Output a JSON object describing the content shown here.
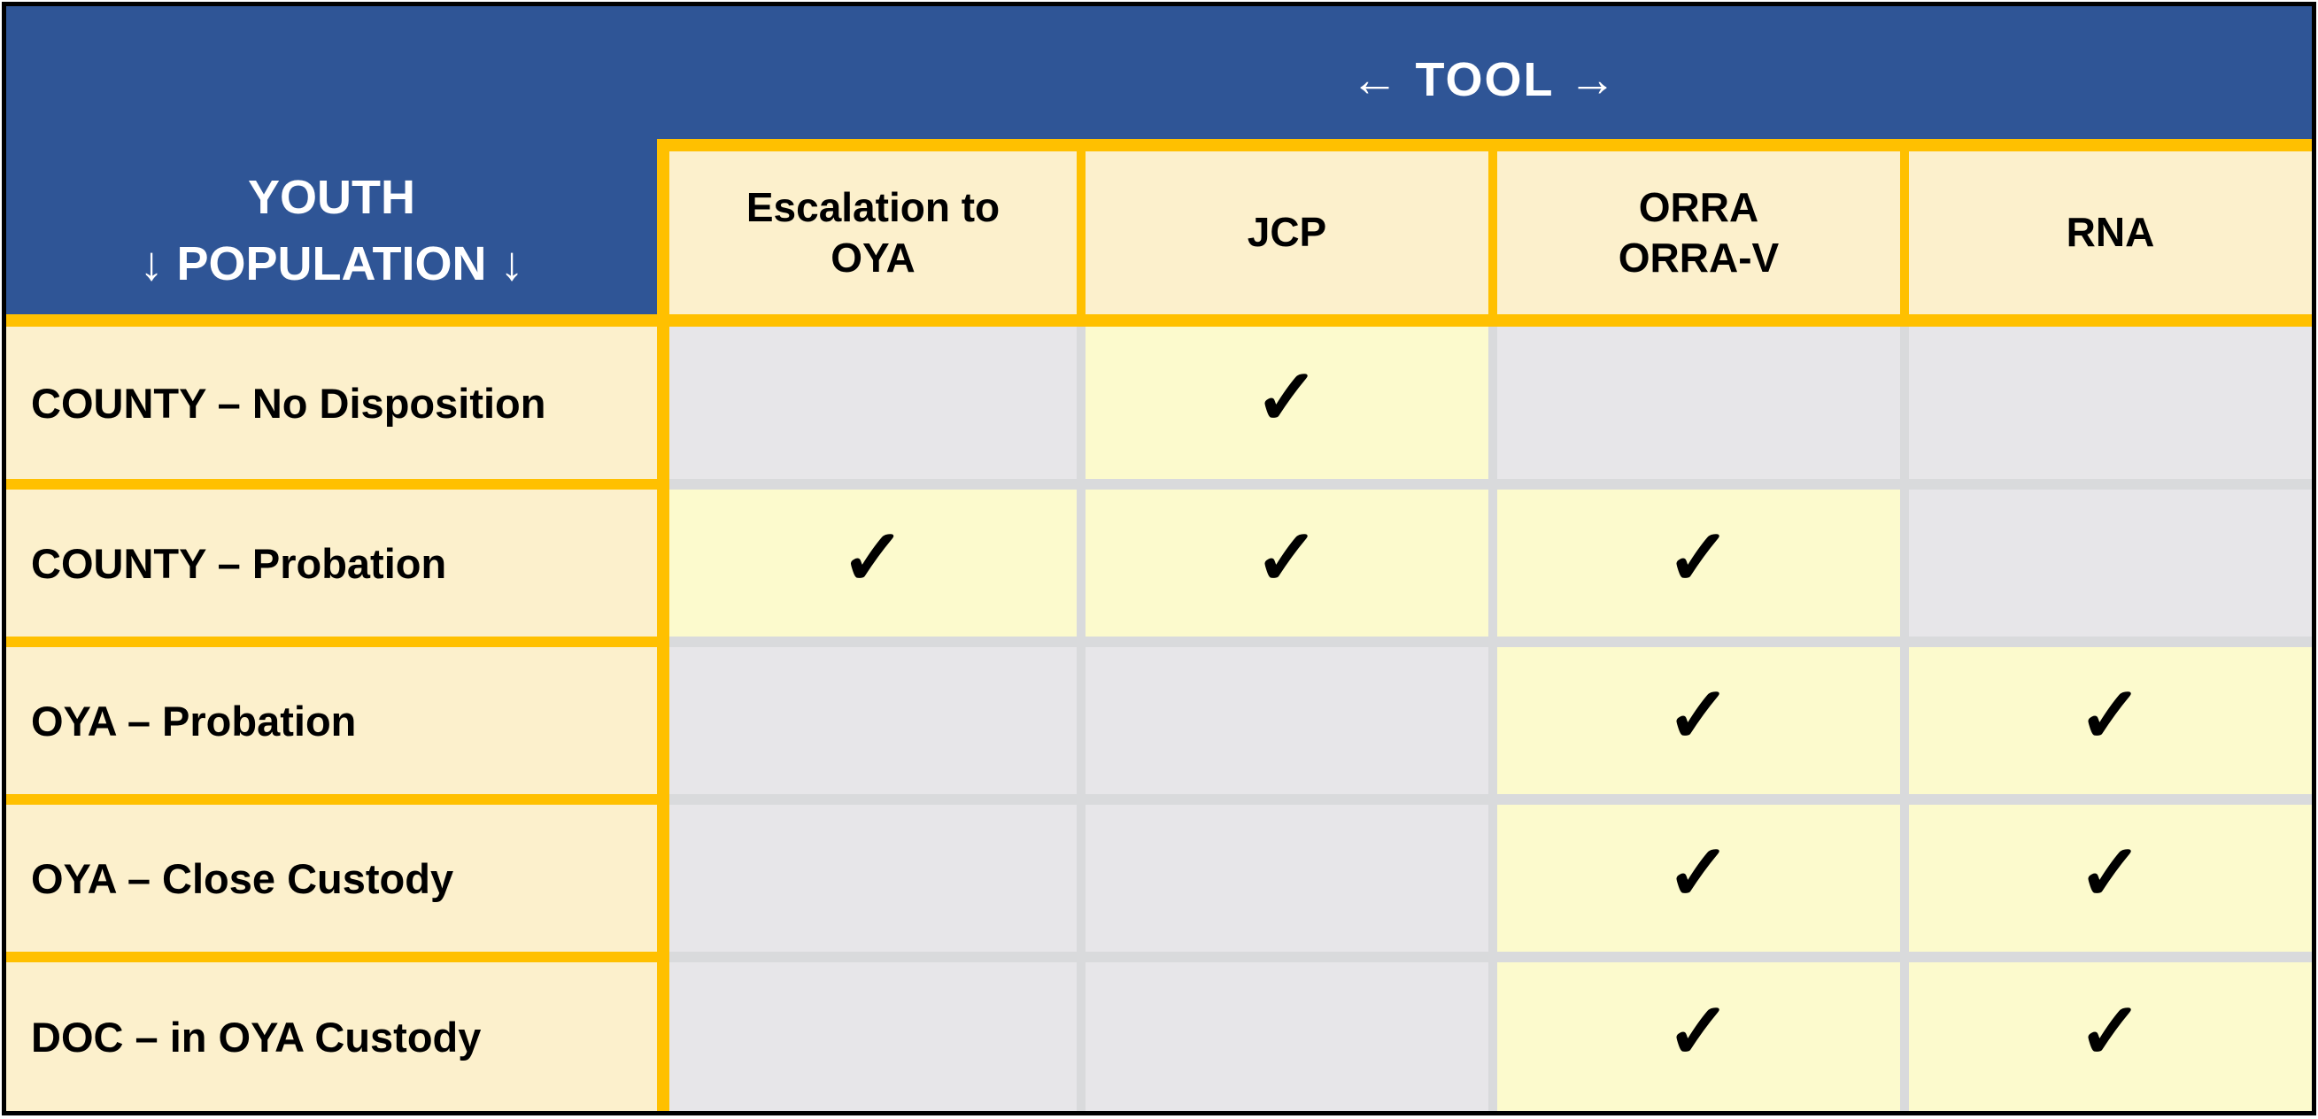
{
  "table": {
    "tool_axis_label": "← TOOL →",
    "population_axis": {
      "line1": "YOUTH",
      "line2": "↓ POPULATION ↓"
    },
    "columns": [
      "Escalation to\nOYA",
      "JCP",
      "ORRA\nORRA-V",
      "RNA"
    ],
    "rows": [
      {
        "label": "COUNTY – No Disposition",
        "checks": [
          false,
          true,
          false,
          false
        ]
      },
      {
        "label": "COUNTY – Probation",
        "checks": [
          true,
          true,
          true,
          false
        ]
      },
      {
        "label": "OYA – Probation",
        "checks": [
          false,
          false,
          true,
          true
        ]
      },
      {
        "label": "OYA – Close Custody",
        "checks": [
          false,
          false,
          true,
          true
        ]
      },
      {
        "label": "DOC – in OYA Custody",
        "checks": [
          false,
          false,
          true,
          true
        ]
      }
    ],
    "check_glyph": "✓"
  },
  "colors": {
    "header_blue": "#2F5596",
    "border_gold": "#FFC000",
    "label_cream": "#FCF0CC",
    "checked_yellow": "#FCFACD",
    "empty_gray": "#E7E6E9",
    "separator_gray": "#D9DADC",
    "frame_black": "#000000"
  },
  "chart_data": {
    "type": "table",
    "title": "",
    "x_axis_header": "← TOOL →",
    "y_axis_header": "YOUTH ↓ POPULATION ↓",
    "columns": [
      "Escalation to OYA",
      "JCP",
      "ORRA ORRA-V",
      "RNA"
    ],
    "rows": [
      "COUNTY – No Disposition",
      "COUNTY – Probation",
      "OYA – Probation",
      "OYA – Close Custody",
      "DOC – in OYA Custody"
    ],
    "check_matrix": [
      [
        0,
        1,
        0,
        0
      ],
      [
        1,
        1,
        1,
        0
      ],
      [
        0,
        0,
        1,
        1
      ],
      [
        0,
        0,
        1,
        1
      ],
      [
        0,
        0,
        1,
        1
      ]
    ]
  }
}
